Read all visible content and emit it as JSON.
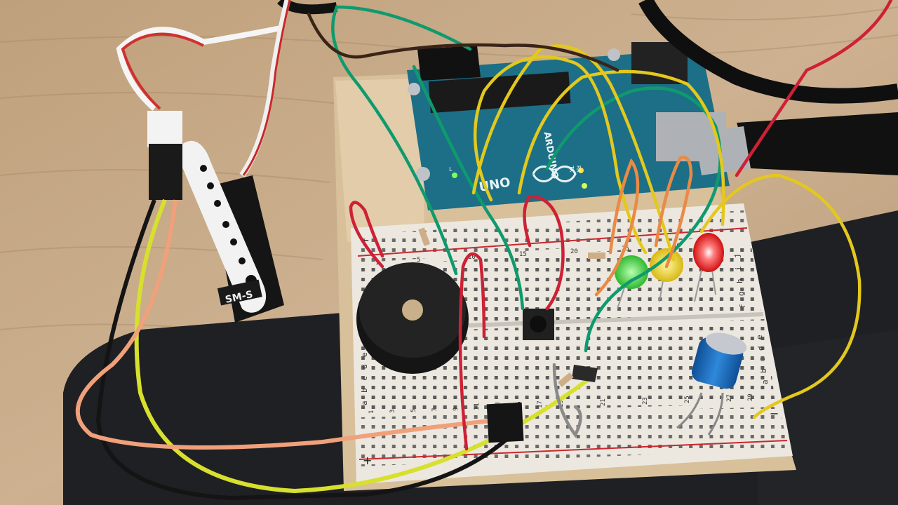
{
  "servo": {
    "label": "SM-S"
  },
  "arduino": {
    "brand": "ARDUINO",
    "model": "UNO",
    "tx": "TX",
    "rx": "RX",
    "l": "L"
  },
  "breadboard": {
    "top_cols": [
      "1",
      "",
      "",
      "",
      "5",
      "",
      "",
      "",
      "",
      "10",
      "",
      "",
      "",
      "",
      "15",
      "",
      "",
      "",
      "",
      "20",
      "",
      "",
      "",
      "",
      "25",
      "",
      "",
      "",
      "",
      "30"
    ],
    "bottom_cols": [
      "1",
      "3",
      "5",
      "7",
      "9",
      "11",
      "13",
      "15",
      "17",
      "19",
      "21",
      "23",
      "25",
      "27",
      "29"
    ],
    "row_labels_right_top": [
      "f",
      "g",
      "h",
      "i",
      "j"
    ],
    "row_labels_left_bottom": [
      "a",
      "b",
      "c",
      "d",
      "e"
    ],
    "row_labels_right_bottom": [
      "a",
      "b",
      "c",
      "d",
      "e"
    ],
    "rail_plus": "+",
    "rail_minus": "−"
  },
  "colors": {
    "wood": "#c9ad8a",
    "mat": "#1f2023",
    "board_teal": "#1c6f86",
    "breadboard": "#ece8e0",
    "wire_green": "#0f9a6e",
    "wire_yellow": "#e3c81d",
    "wire_orange": "#e98a45",
    "wire_red": "#cf2035",
    "wire_black": "#141414",
    "wire_lime": "#d7e02e",
    "wire_salmon": "#f0a07a",
    "led_green": "#3fd13f",
    "led_yellow": "#f0d820",
    "led_red": "#ff2a2a",
    "capacitor": "#1f74c6",
    "buzzer": "#151515"
  }
}
